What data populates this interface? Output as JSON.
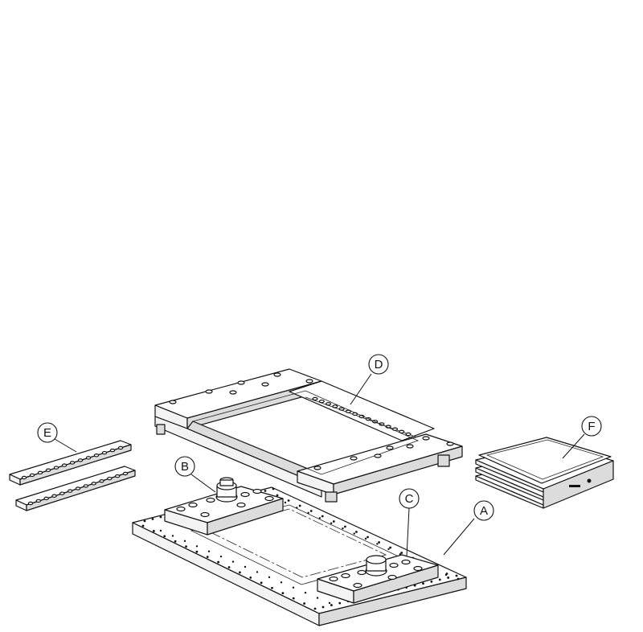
{
  "labels": {
    "a": "A",
    "b": "B",
    "c": "C",
    "d": "D",
    "e": "E",
    "f": "F"
  },
  "colors": {
    "stroke": "#111111",
    "background": "#ffffff"
  }
}
